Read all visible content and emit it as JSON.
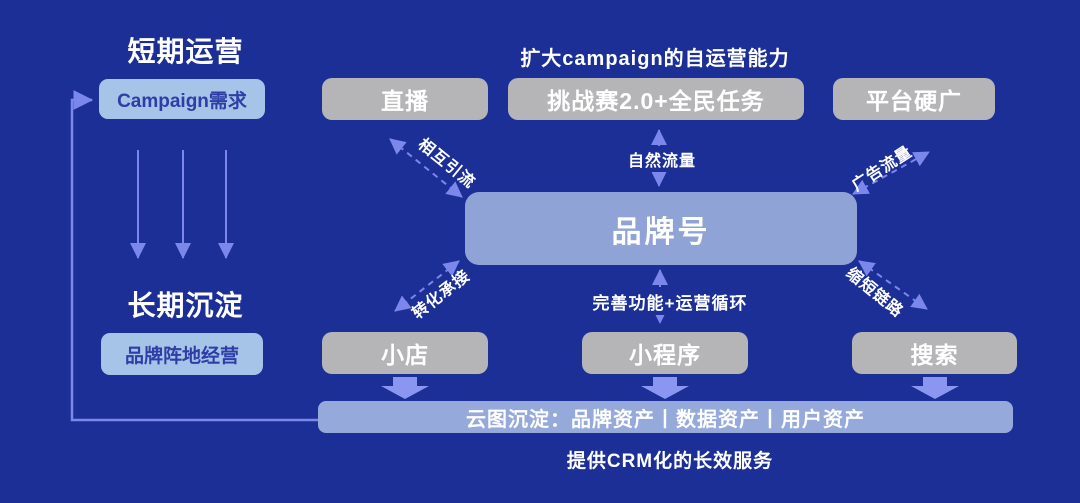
{
  "left_panel": {
    "short_term_title": "短期运营",
    "campaign_box": "Campaign需求",
    "long_term_title": "长期沉淀",
    "position_box": "品牌阵地经营"
  },
  "top_caption": "扩大campaign的自运营能力",
  "channels_top": [
    {
      "label": "直播"
    },
    {
      "label": "挑战赛2.0+全民任务"
    },
    {
      "label": "平台硬广"
    }
  ],
  "center": {
    "brand_box": "品牌号"
  },
  "channels_bottom": [
    {
      "label": "小店"
    },
    {
      "label": "小程序"
    },
    {
      "label": "搜索"
    }
  ],
  "edges": {
    "mutual_flow": "相互引流",
    "organic_traffic": "自然流量",
    "ad_traffic": "广告流量",
    "conversion": "转化承接",
    "function_loop": "完善功能+运营循环",
    "shorten_path": "缩短链路"
  },
  "bottom": {
    "cloud_bar": "云图沉淀：品牌资产丨数据资产丨用户资产",
    "crm_caption": "提供CRM化的长效服务"
  },
  "colors": {
    "background": "#1b2f96",
    "arrow": "#7b87ea",
    "block_arrow": "#8a96f0",
    "gray_node": "#b5b5b7",
    "brand_node": "#8fa3d6",
    "light_node": "#a6c3e8",
    "light_node_text": "#2e3ea6",
    "cloud_bar": "#95aadb",
    "text": "#ffffff"
  }
}
